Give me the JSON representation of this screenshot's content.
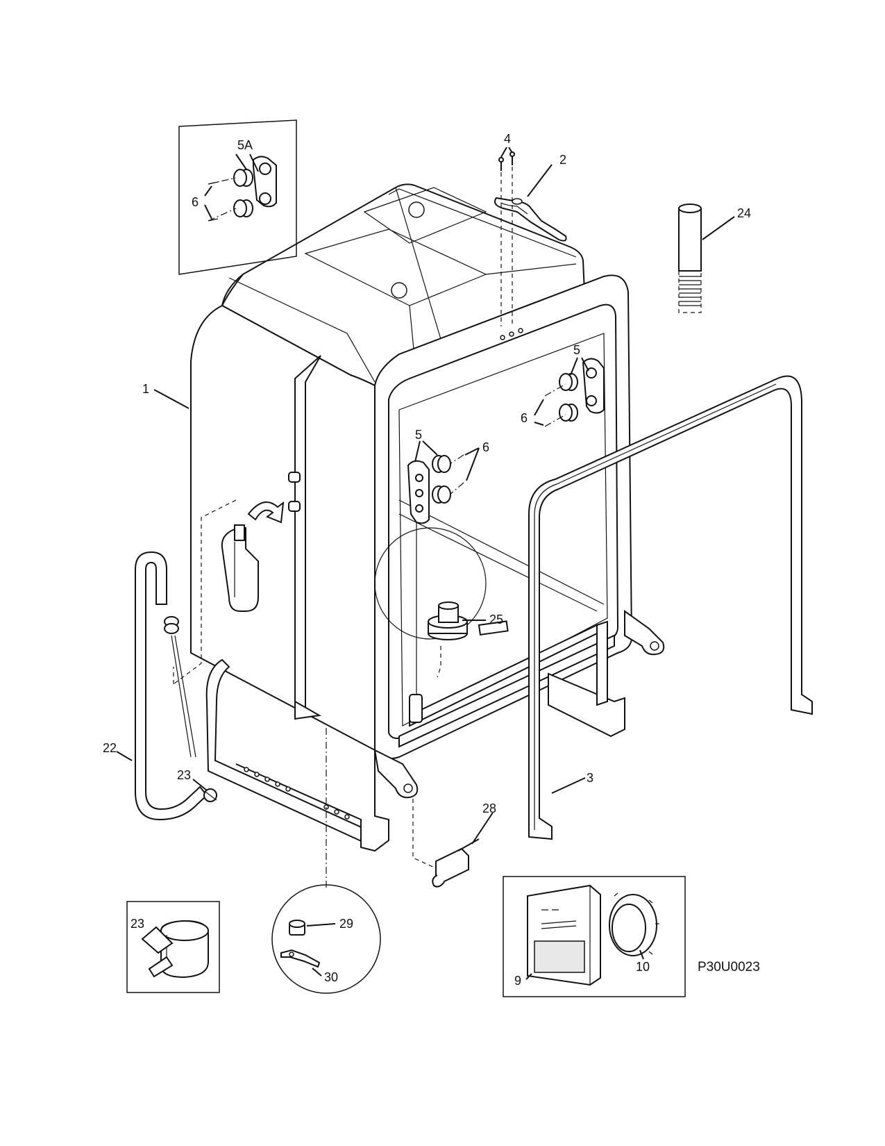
{
  "diagram": {
    "drawing_code": "P30U0023",
    "callouts": {
      "c1": "1",
      "c2": "2",
      "c3": "3",
      "c4": "4",
      "c5_top": "5",
      "c5_left": "5",
      "c5a": "5A",
      "c6_inset": "6",
      "c6_right": "6",
      "c6_left": "6",
      "c9": "9",
      "c10": "10",
      "c22": "22",
      "c23_hose": "23",
      "c23_inset": "23",
      "c24": "24",
      "c25": "25",
      "c28": "28",
      "c29": "29",
      "c30": "30"
    }
  }
}
